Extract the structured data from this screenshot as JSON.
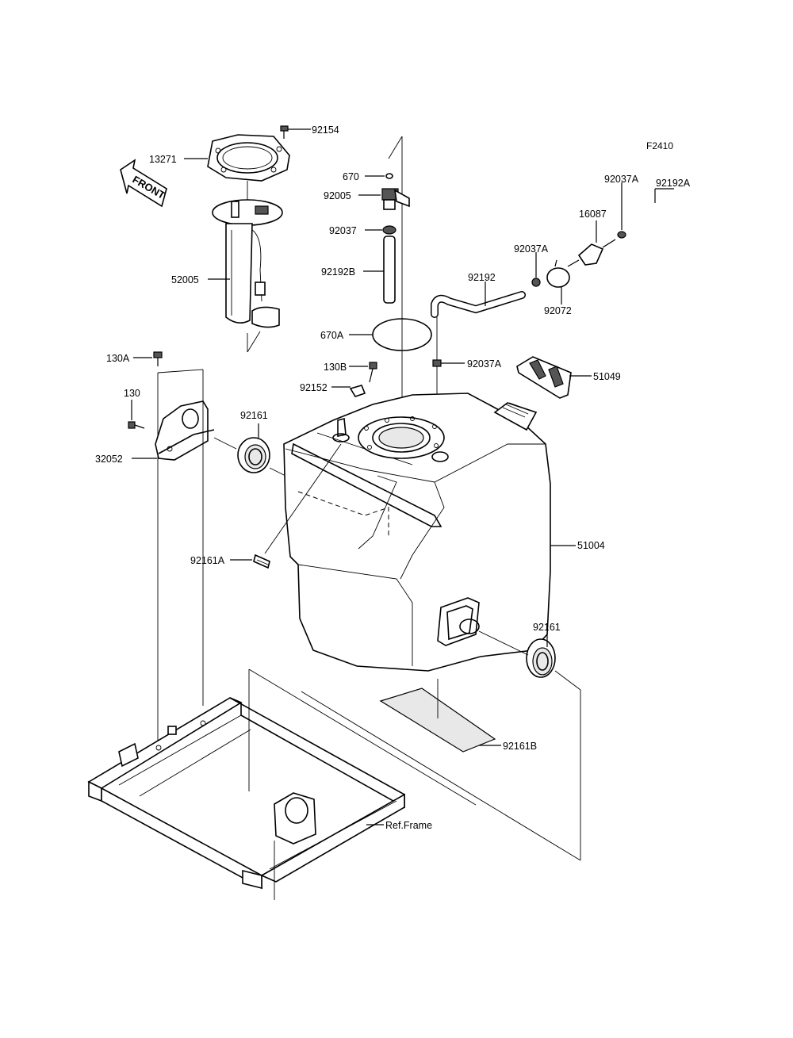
{
  "figure_code": "F2410",
  "front_label": "FRONT",
  "ref_label": "Ref.Frame",
  "parts": {
    "p92154": "92154",
    "p13271": "13271",
    "p52005": "52005",
    "p670": "670",
    "p92005": "92005",
    "p92037": "92037",
    "p92192B": "92192B",
    "p670A": "670A",
    "p92192A": "92192A",
    "p92037A_top": "92037A",
    "p16087": "16087",
    "p92037A_mid": "92037A",
    "p92192": "92192",
    "p92072": "92072",
    "p130A": "130A",
    "p130B": "130B",
    "p92037A_low": "92037A",
    "p92152": "92152",
    "p51049": "51049",
    "p130": "130",
    "p92161_left": "92161",
    "p32052": "32052",
    "p51004": "51004",
    "p92161A": "92161A",
    "p92161_right": "92161",
    "p92161B": "92161B"
  }
}
